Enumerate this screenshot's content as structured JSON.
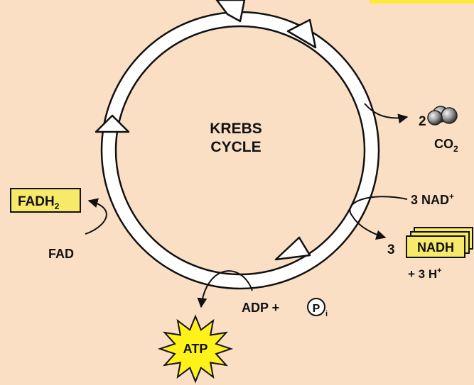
{
  "diagram": {
    "center_line1": "KREBS",
    "center_line2": "CYCLE",
    "co2": {
      "coef": "2",
      "label": "CO",
      "sub": "2"
    },
    "nad": {
      "coef": "3",
      "label": "NAD",
      "sup": "+"
    },
    "nadh": {
      "coef": "3",
      "label": "NADH"
    },
    "hplus": {
      "text": "+ 3 H",
      "sup": "+"
    },
    "fadh2": {
      "label": "FADH",
      "sub": "2"
    },
    "fad": {
      "label": "FAD"
    },
    "adp": {
      "label": "ADP +"
    },
    "pi": {
      "letter": "P",
      "sub": "i"
    },
    "atp": {
      "label": "ATP"
    }
  },
  "colors": {
    "background": "#fbdfc5",
    "box": "#f7ea6a",
    "starburst": "#fff21a",
    "corner_tab": "#ffe83a",
    "stroke": "#111111"
  }
}
